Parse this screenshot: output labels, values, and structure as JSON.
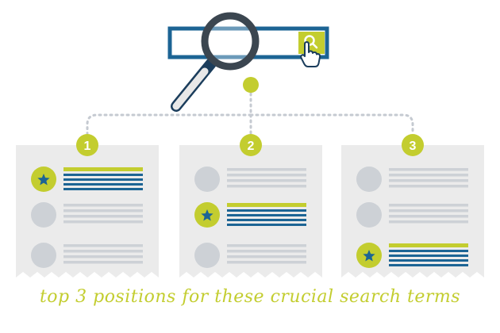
{
  "colors": {
    "lime": "#c3cd2f",
    "blue": "#1c6494",
    "gray": "#cdd1d6",
    "card": "#ebebeb",
    "navy": "#1b3d5c",
    "dots": "#c5cad1"
  },
  "search": {
    "button_icon": "search-icon",
    "cursor_icon": "hand-pointer-icon",
    "magnifier_icon": "magnifying-glass-icon"
  },
  "positions": [
    {
      "number": "1",
      "highlighted_row": 0
    },
    {
      "number": "2",
      "highlighted_row": 1
    },
    {
      "number": "3",
      "highlighted_row": 2
    }
  ],
  "caption": "top 3 positions for these crucial search terms"
}
